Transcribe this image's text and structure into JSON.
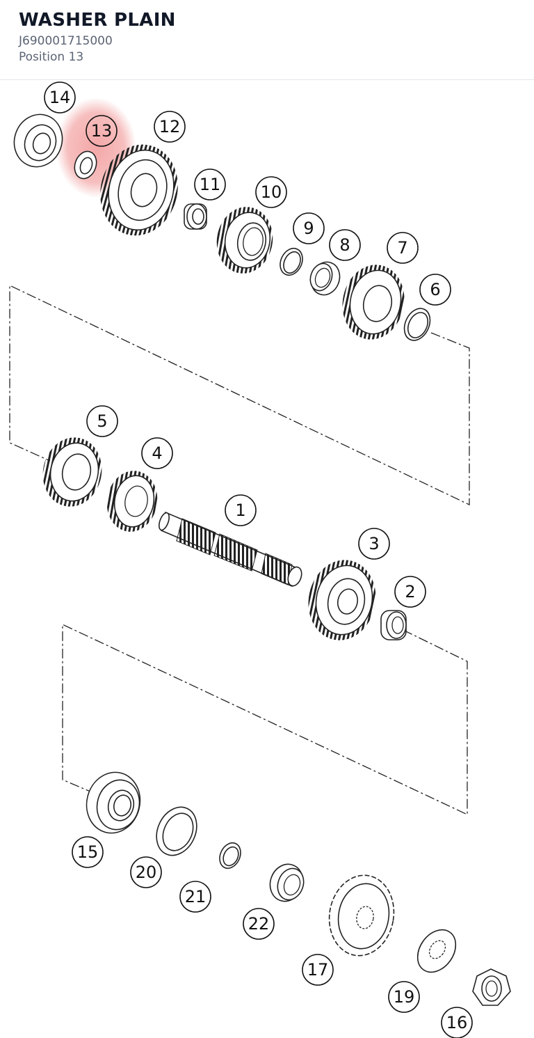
{
  "header": {
    "title": "WASHER PLAIN",
    "part_number": "J690001715000",
    "position": "Position 13"
  },
  "diagram": {
    "highlight_color": "#f08a8a",
    "selected_label": "13",
    "labels": [
      "14",
      "13",
      "12",
      "11",
      "10",
      "9",
      "8",
      "7",
      "6",
      "5",
      "4",
      "1",
      "3",
      "2",
      "15",
      "20",
      "21",
      "22",
      "17",
      "19",
      "16"
    ]
  }
}
